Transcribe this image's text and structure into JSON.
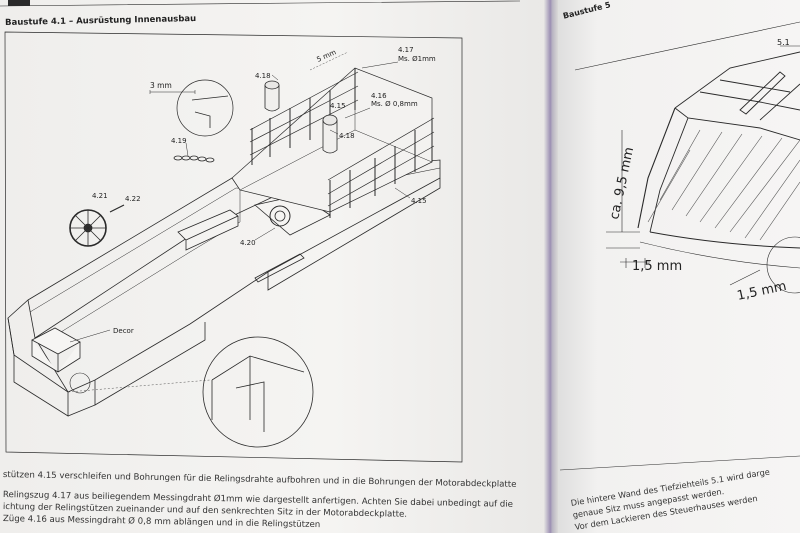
{
  "left_page": {
    "heading": "Baustufe 4.1 – Ausrüstung Innenausbau",
    "labels": {
      "l417": "4.17",
      "l417sub": "Ms. Ø1mm",
      "l416": "4.16",
      "l416sub": "Ms. Ø 0,8mm",
      "l415a": "4.15",
      "l415b": "4.15",
      "l418a": "4.18",
      "l418b": "4.18",
      "l419": "4.19",
      "l420": "4.20",
      "l421": "4.21",
      "l422": "4.22",
      "decor": "Decor",
      "dim3mm": "3 mm",
      "dim5mm": "5 mm"
    },
    "body": [
      "stützen 4.15 verschleifen und Bohrungen für die Relingsdrahte aufbohren und in die Bohrungen der Motorabdeckplatte",
      "Relingszug 4.17 aus beiliegendem Messingdraht Ø1mm wie dargestellt anfertigen. Achten Sie dabei unbedingt auf die",
      "ichtung der Relingstützen zueinander und auf den senkrechten Sitz in der Motorabdeckplatte.",
      "Züge 4.16 aus Messingdraht Ø 0,8 mm ablängen und in die Relingstützen"
    ]
  },
  "right_page": {
    "heading": "Baustufe 5",
    "labels": {
      "l51": "5.1",
      "dim95": "ca. 9,5 mm",
      "dim15a": "1,5 mm",
      "dim15b": "1,5 mm"
    },
    "body": [
      "Die hintere Wand des Tiefziehteils 5.1 wird darge",
      "genaue Sitz muss angepasst werden.",
      "Vor dem Lackieren des Steuerhauses werden"
    ]
  }
}
